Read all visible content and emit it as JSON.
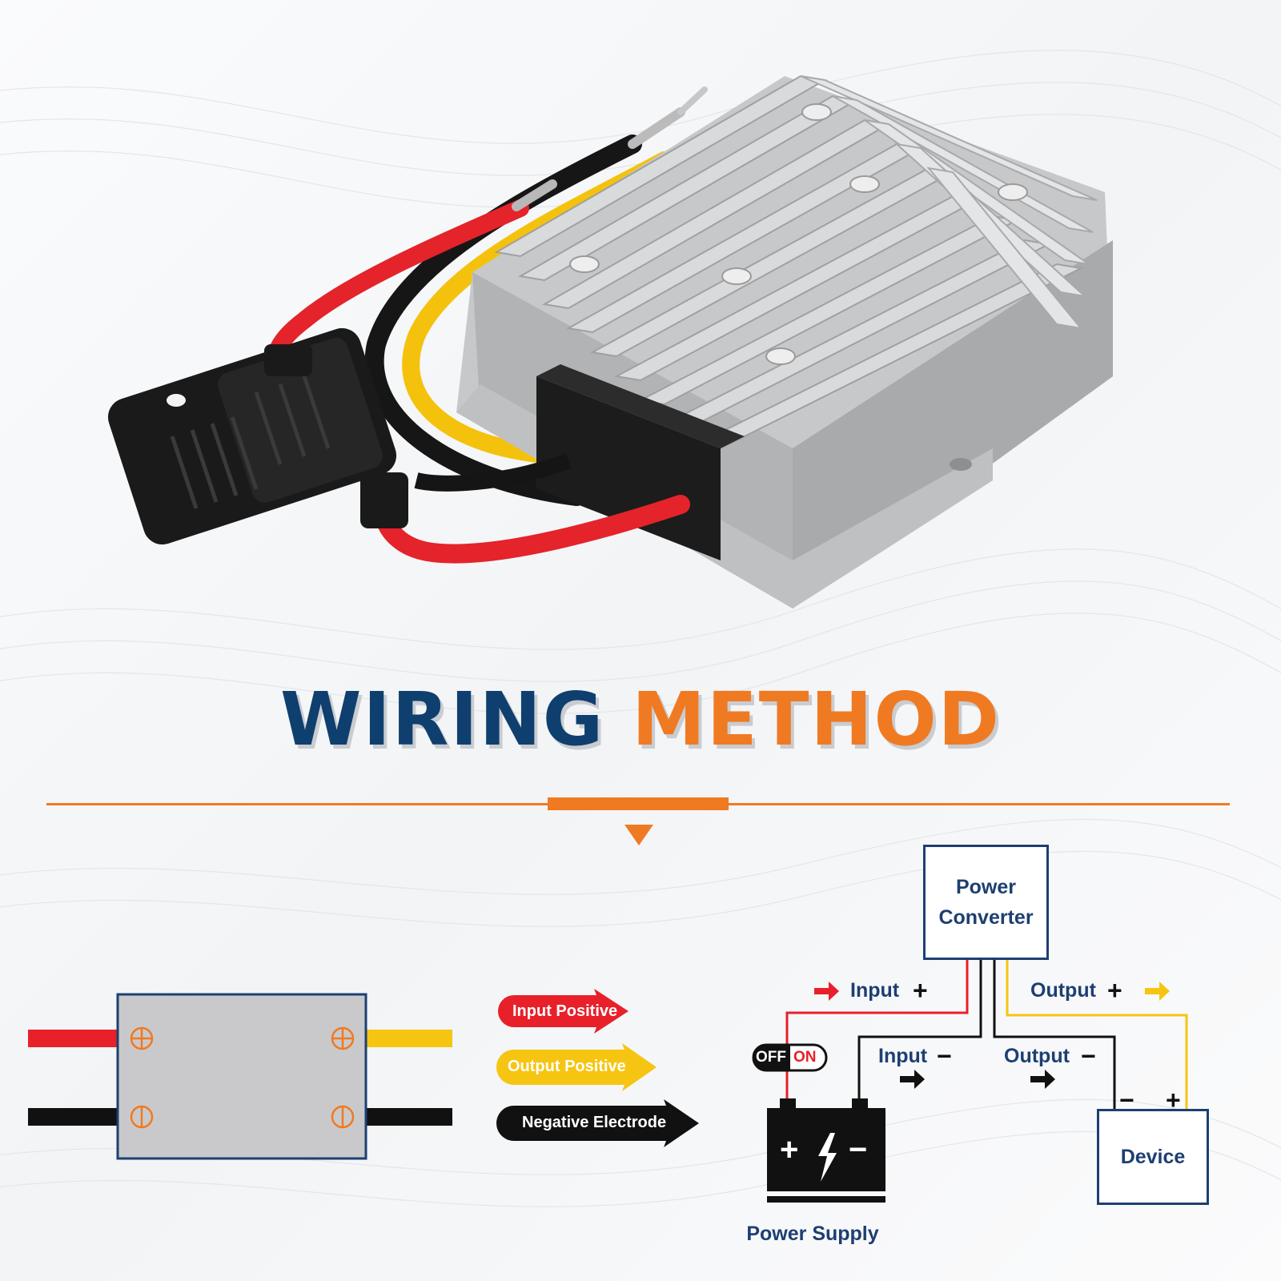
{
  "heading": {
    "word1": "WIRING",
    "word2": "METHOD"
  },
  "legend": {
    "input_positive": {
      "label": "Input Positive",
      "color": "#e8202a"
    },
    "output_positive": {
      "label": "Output Positive",
      "color": "#f6c511"
    },
    "negative": {
      "label": "Negative Electrode",
      "color": "#111111"
    }
  },
  "schematic": {
    "converter": {
      "line1": "Power",
      "line2": "Converter"
    },
    "input_pos": {
      "label": "Input",
      "sign": "+"
    },
    "output_pos": {
      "label": "Output",
      "sign": "+"
    },
    "input_neg": {
      "label": "Input",
      "sign": "−"
    },
    "output_neg": {
      "label": "Output",
      "sign": "−"
    },
    "switch": {
      "off": "OFF",
      "on": "ON"
    },
    "power_supply": {
      "label": "Power Supply",
      "plus": "+",
      "minus": "−"
    },
    "device": {
      "label": "Device",
      "minus": "−",
      "plus": "+"
    }
  },
  "colors": {
    "navy": "#1d3f72",
    "orange": "#f07a22",
    "red": "#e8202a",
    "yellow": "#f6c511",
    "black": "#111111"
  }
}
